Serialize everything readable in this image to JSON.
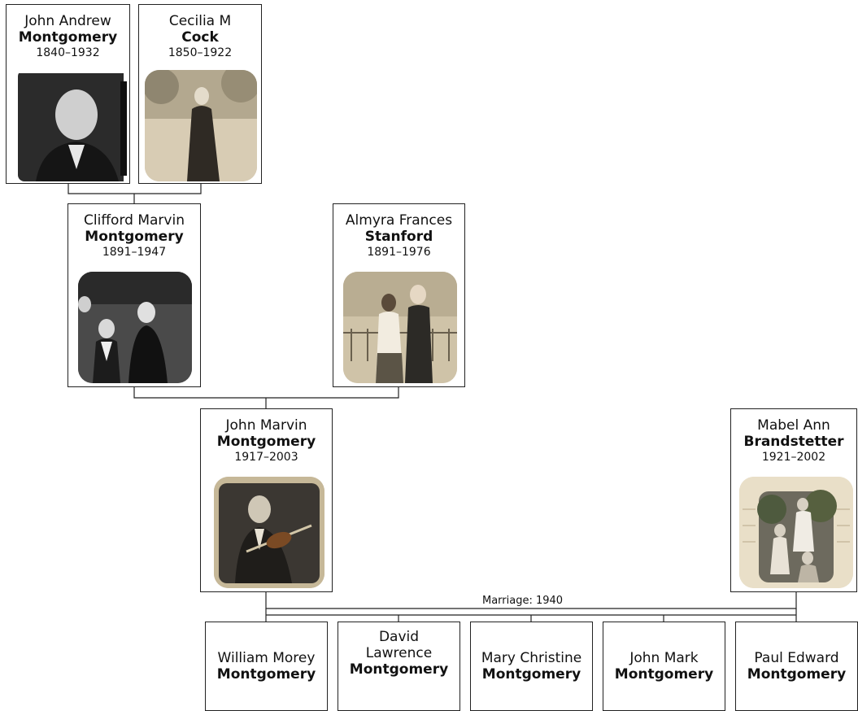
{
  "people": {
    "john_andrew": {
      "given": "John Andrew",
      "surname": "Montgomery",
      "dates": "1840–1932"
    },
    "cecilia": {
      "given": "Cecilia M",
      "surname": "Cock",
      "dates": "1850–1922"
    },
    "clifford": {
      "given": "Clifford Marvin",
      "surname": "Montgomery",
      "dates": "1891–1947"
    },
    "almyra": {
      "given": "Almyra Frances",
      "surname": "Stanford",
      "dates": "1891–1976"
    },
    "john_marvin": {
      "given": "John Marvin",
      "surname": "Montgomery",
      "dates": "1917–2003"
    },
    "mabel": {
      "given": "Mabel Ann",
      "surname": "Brandstetter",
      "dates": "1921–2002"
    }
  },
  "marriage_label": "Marriage: 1940",
  "children": [
    {
      "given": "William Morey",
      "surname": "Montgomery"
    },
    {
      "given": "David Lawrence",
      "surname": "Montgomery"
    },
    {
      "given": "Mary Christine",
      "surname": "Montgomery"
    },
    {
      "given": "John Mark",
      "surname": "Montgomery"
    },
    {
      "given": "Paul Edward",
      "surname": "Montgomery"
    }
  ]
}
